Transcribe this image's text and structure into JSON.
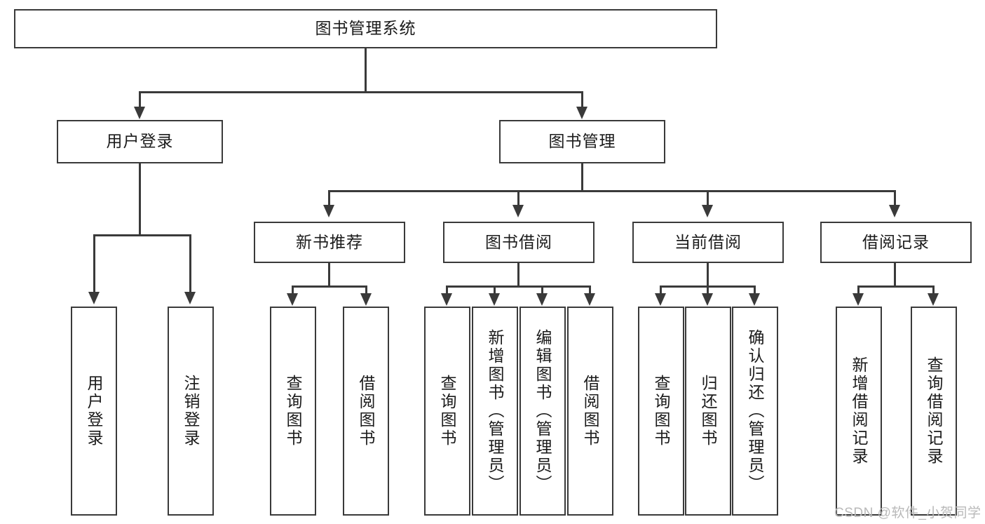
{
  "diagram": {
    "title": "图书管理系统",
    "type": "hierarchy-tree",
    "root": {
      "label": "图书管理系统"
    },
    "level2": [
      {
        "label": "用户登录"
      },
      {
        "label": "图书管理"
      }
    ],
    "level3": [
      {
        "label": "新书推荐"
      },
      {
        "label": "图书借阅"
      },
      {
        "label": "当前借阅"
      },
      {
        "label": "借阅记录"
      }
    ],
    "leaves": {
      "user_login": [
        {
          "label": "用户登录"
        },
        {
          "label": "注销登录"
        }
      ],
      "new_book_recommend": [
        {
          "label": "查询图书"
        },
        {
          "label": "借阅图书"
        }
      ],
      "book_borrow": [
        {
          "label": "查询图书"
        },
        {
          "label": "新增图书（管理员）"
        },
        {
          "label": "编辑图书（管理员）"
        },
        {
          "label": "借阅图书"
        }
      ],
      "current_borrow": [
        {
          "label": "查询图书"
        },
        {
          "label": "归还图书"
        },
        {
          "label": "确认归还（管理员）"
        }
      ],
      "borrow_record": [
        {
          "label": "新增借阅记录"
        },
        {
          "label": "查询借阅记录"
        }
      ]
    }
  },
  "watermark": {
    "text": "CSDN @软件_小贺同学"
  },
  "colors": {
    "stroke": "#3a3a3a",
    "text": "#1b1b1b",
    "background": "#ffffff",
    "watermark": "#b9b9b9"
  }
}
